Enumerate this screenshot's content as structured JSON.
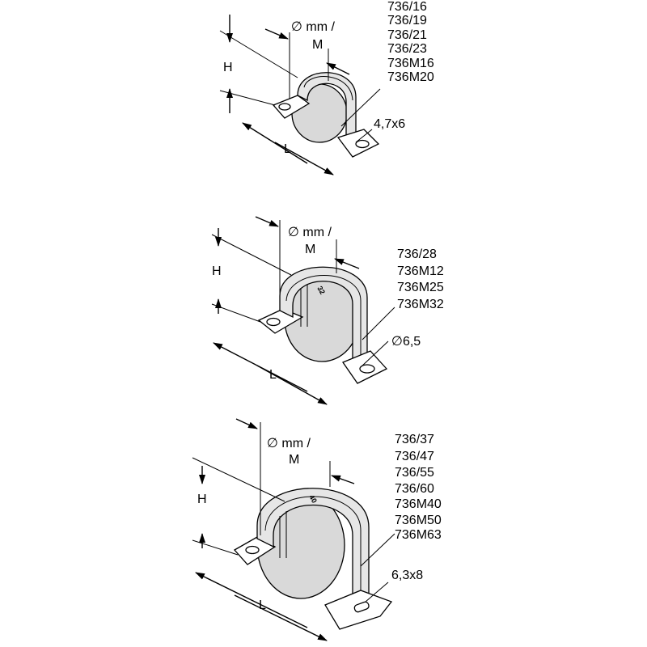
{
  "clamps": [
    {
      "diameter_label": "∅ mm /",
      "m_label": "M",
      "height_label": "H",
      "length_label": "L",
      "hole_label": "4,7x6",
      "size_mark": "",
      "models": [
        "736/16",
        "736/19",
        "736/21",
        "736/23",
        "736M16",
        "736M20"
      ]
    },
    {
      "diameter_label": "∅ mm /",
      "m_label": "M",
      "height_label": "H",
      "length_label": "L",
      "hole_label": "∅6,5",
      "size_mark": "32",
      "models": [
        "736/28",
        "736M12",
        "736M25",
        "736M32"
      ]
    },
    {
      "diameter_label": "∅ mm /",
      "m_label": "M",
      "height_label": "H",
      "length_label": "L",
      "hole_label": "6,3x8",
      "size_mark": "40",
      "models": [
        "736/37",
        "736/47",
        "736/55",
        "736/60",
        "736M40",
        "736M50",
        "736M63"
      ]
    }
  ]
}
